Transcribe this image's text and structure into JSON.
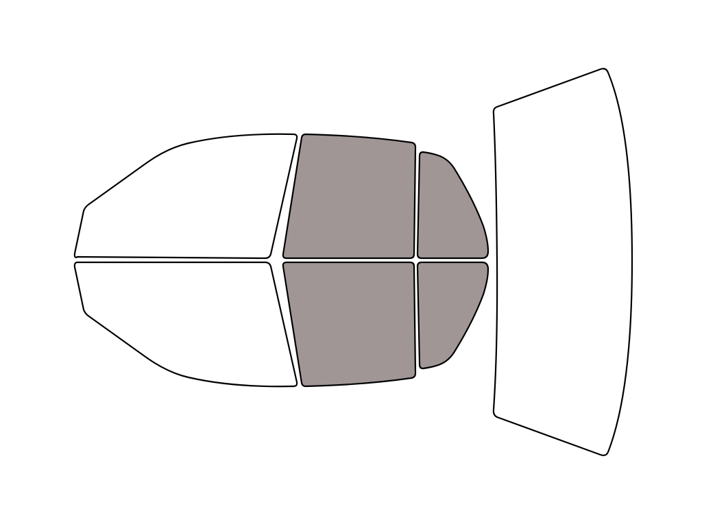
{
  "colors": {
    "background": "#ffffff",
    "outline": "#000000",
    "clear_glass": "#ffffff",
    "tinted_glass": "#a09696"
  },
  "windows": [
    {
      "id": "front-upper-door-window",
      "tinted": false
    },
    {
      "id": "front-lower-door-window",
      "tinted": false
    },
    {
      "id": "rear-upper-door-window",
      "tinted": true
    },
    {
      "id": "rear-lower-door-window",
      "tinted": true
    },
    {
      "id": "rear-upper-quarter-window",
      "tinted": true
    },
    {
      "id": "rear-lower-quarter-window",
      "tinted": true
    },
    {
      "id": "rear-windshield",
      "tinted": false
    }
  ]
}
